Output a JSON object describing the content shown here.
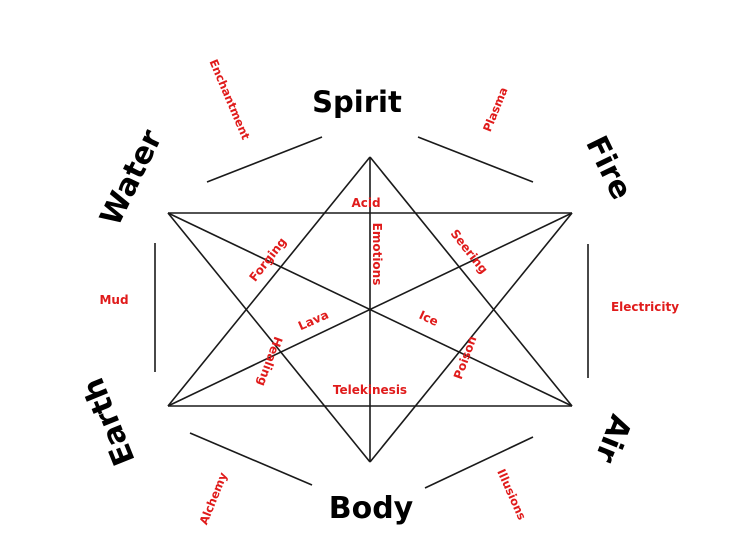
{
  "colors": {
    "line": "#1a1a1a",
    "element_text": "#000000",
    "combo_text": "#e01b1b",
    "background": "#ffffff"
  },
  "elements": {
    "spirit": "Spirit",
    "fire": "Fire",
    "air": "Air",
    "body": "Body",
    "earth": "Earth",
    "water": "Water"
  },
  "combinations": {
    "enchantment": "Enchantment",
    "plasma": "Plasma",
    "electricity": "Electricity",
    "illusions": "Illusions",
    "alchemy": "Alchemy",
    "mud": "Mud",
    "acid": "Acid",
    "emotions": "Emotions",
    "forging": "Forging",
    "seering": "Seering",
    "lava": "Lava",
    "ice": "Ice",
    "healing": "Healing",
    "poison": "Poison",
    "telekinesis": "Telekinesis"
  }
}
